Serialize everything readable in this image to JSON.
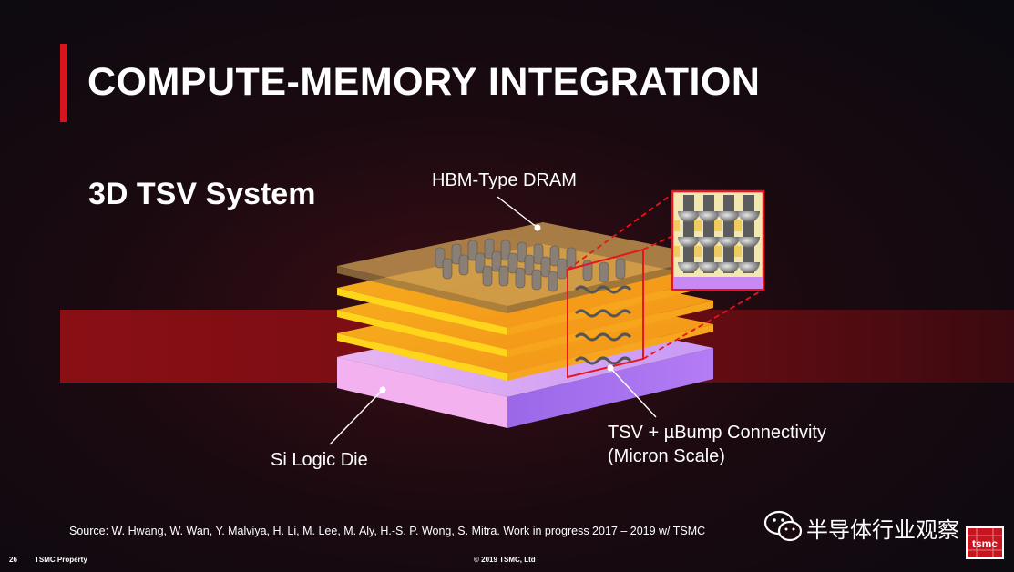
{
  "slide": {
    "title": "COMPUTE-MEMORY INTEGRATION",
    "subtitle": "3D TSV System",
    "page_number": "26",
    "property": "TSMC Property",
    "copyright": "© 2019 TSMC, Ltd",
    "source": "Source: W. Hwang, W. Wan, Y. Malviya, H. Li, M. Lee, M. Aly, H.-S. P. Wong, S. Mitra. Work in progress 2017 – 2019 w/ TSMC",
    "watermark": "半导体行业观察",
    "logo_text": "tsmc"
  },
  "diagram": {
    "labels": {
      "hbm": "HBM-Type DRAM",
      "tsv_line1": "TSV + µBump Connectivity",
      "tsv_line2": "(Micron Scale)",
      "logic_die": "Si Logic Die"
    }
  },
  "colors": {
    "accent_red": "#d8141e",
    "dram_yellow": "#ffd51c",
    "dram_orange": "#f59a1a",
    "logic_pink": "#f2a8f0",
    "logic_purple": "#a86ff0"
  }
}
